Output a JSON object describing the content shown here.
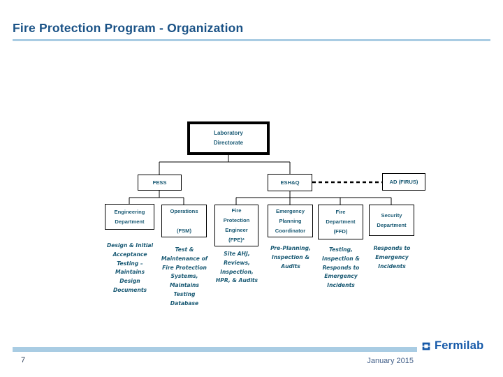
{
  "slide": {
    "title": "Fire Protection Program - Organization",
    "page_number": "7",
    "date": "January 2015"
  },
  "footer": {
    "logo_text": "Fermilab"
  },
  "org_chart": {
    "root": {
      "label": [
        "Laboratory",
        "Directorate"
      ]
    },
    "fess": {
      "label": [
        "FESS"
      ]
    },
    "eshq": {
      "label": [
        "ESH&Q"
      ]
    },
    "ad_firus": {
      "label": [
        "AD (FIRUS)"
      ]
    },
    "engineering": {
      "label": [
        "Engineering",
        "Department"
      ],
      "desc": [
        "Design & Initial",
        "Acceptance",
        "Testing –",
        "Maintains",
        "Design",
        "Documents"
      ]
    },
    "operations": {
      "label": [
        "Operations",
        "",
        "(FSM)"
      ],
      "desc": [
        "Test &",
        "Maintenance of",
        "Fire Protection",
        "Systems,",
        "Maintains",
        "Testing",
        "Database"
      ]
    },
    "fpe": {
      "label": [
        "Fire",
        "Protection",
        "Engineer",
        "(FPE)*"
      ],
      "desc": [
        "Site AHJ,",
        "Reviews,",
        "Inspection,",
        "HPR, & Audits"
      ]
    },
    "epc": {
      "label": [
        "Emergency",
        "Planning",
        "Coordinator"
      ],
      "desc": [
        "Pre-Planning,",
        "Inspection &",
        "Audits"
      ]
    },
    "ffd": {
      "label": [
        "Fire",
        "Department",
        "(FFD)"
      ],
      "desc": [
        "Testing,",
        "Inspection &",
        "Responds to",
        "Emergency",
        "Incidents"
      ]
    },
    "security": {
      "label": [
        "Security",
        "Department"
      ],
      "desc": [
        "Responds to",
        "Emergency",
        "Incidents"
      ]
    }
  },
  "colors": {
    "title": "#1a5286",
    "underline": "#a9cce3",
    "box_text": "#1a5a74",
    "connector": "#000000",
    "footer_bar": "#a9cce3",
    "fermilab_blue": "#1458a8",
    "date_text": "#44618a"
  }
}
